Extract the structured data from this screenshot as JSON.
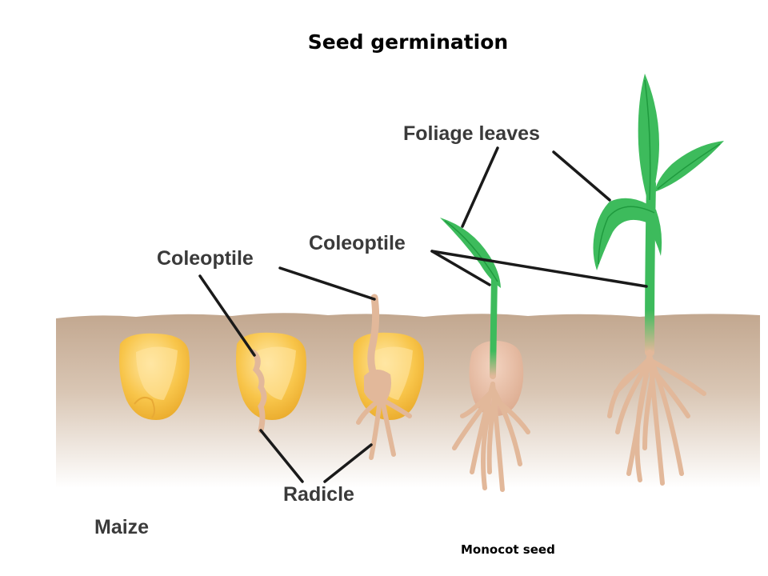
{
  "title": "Seed germination",
  "labels": {
    "coleoptile_1": "Coleoptile",
    "coleoptile_2": "Coleoptile",
    "foliage_leaves": "Foliage leaves",
    "radicle": "Radicle",
    "maize": "Maize",
    "monocot_seed": "Monocot seed"
  },
  "colors": {
    "soil_top": "#c2a78f",
    "soil_bottom": "#ffffff",
    "seed": "#f8c54a",
    "seed_highlight": "#ffe9a8",
    "root": "#e2b89a",
    "leaf": "#3dbb5c",
    "leaf_dark": "#1f9a3e",
    "pointer": "#1a1a1a"
  }
}
